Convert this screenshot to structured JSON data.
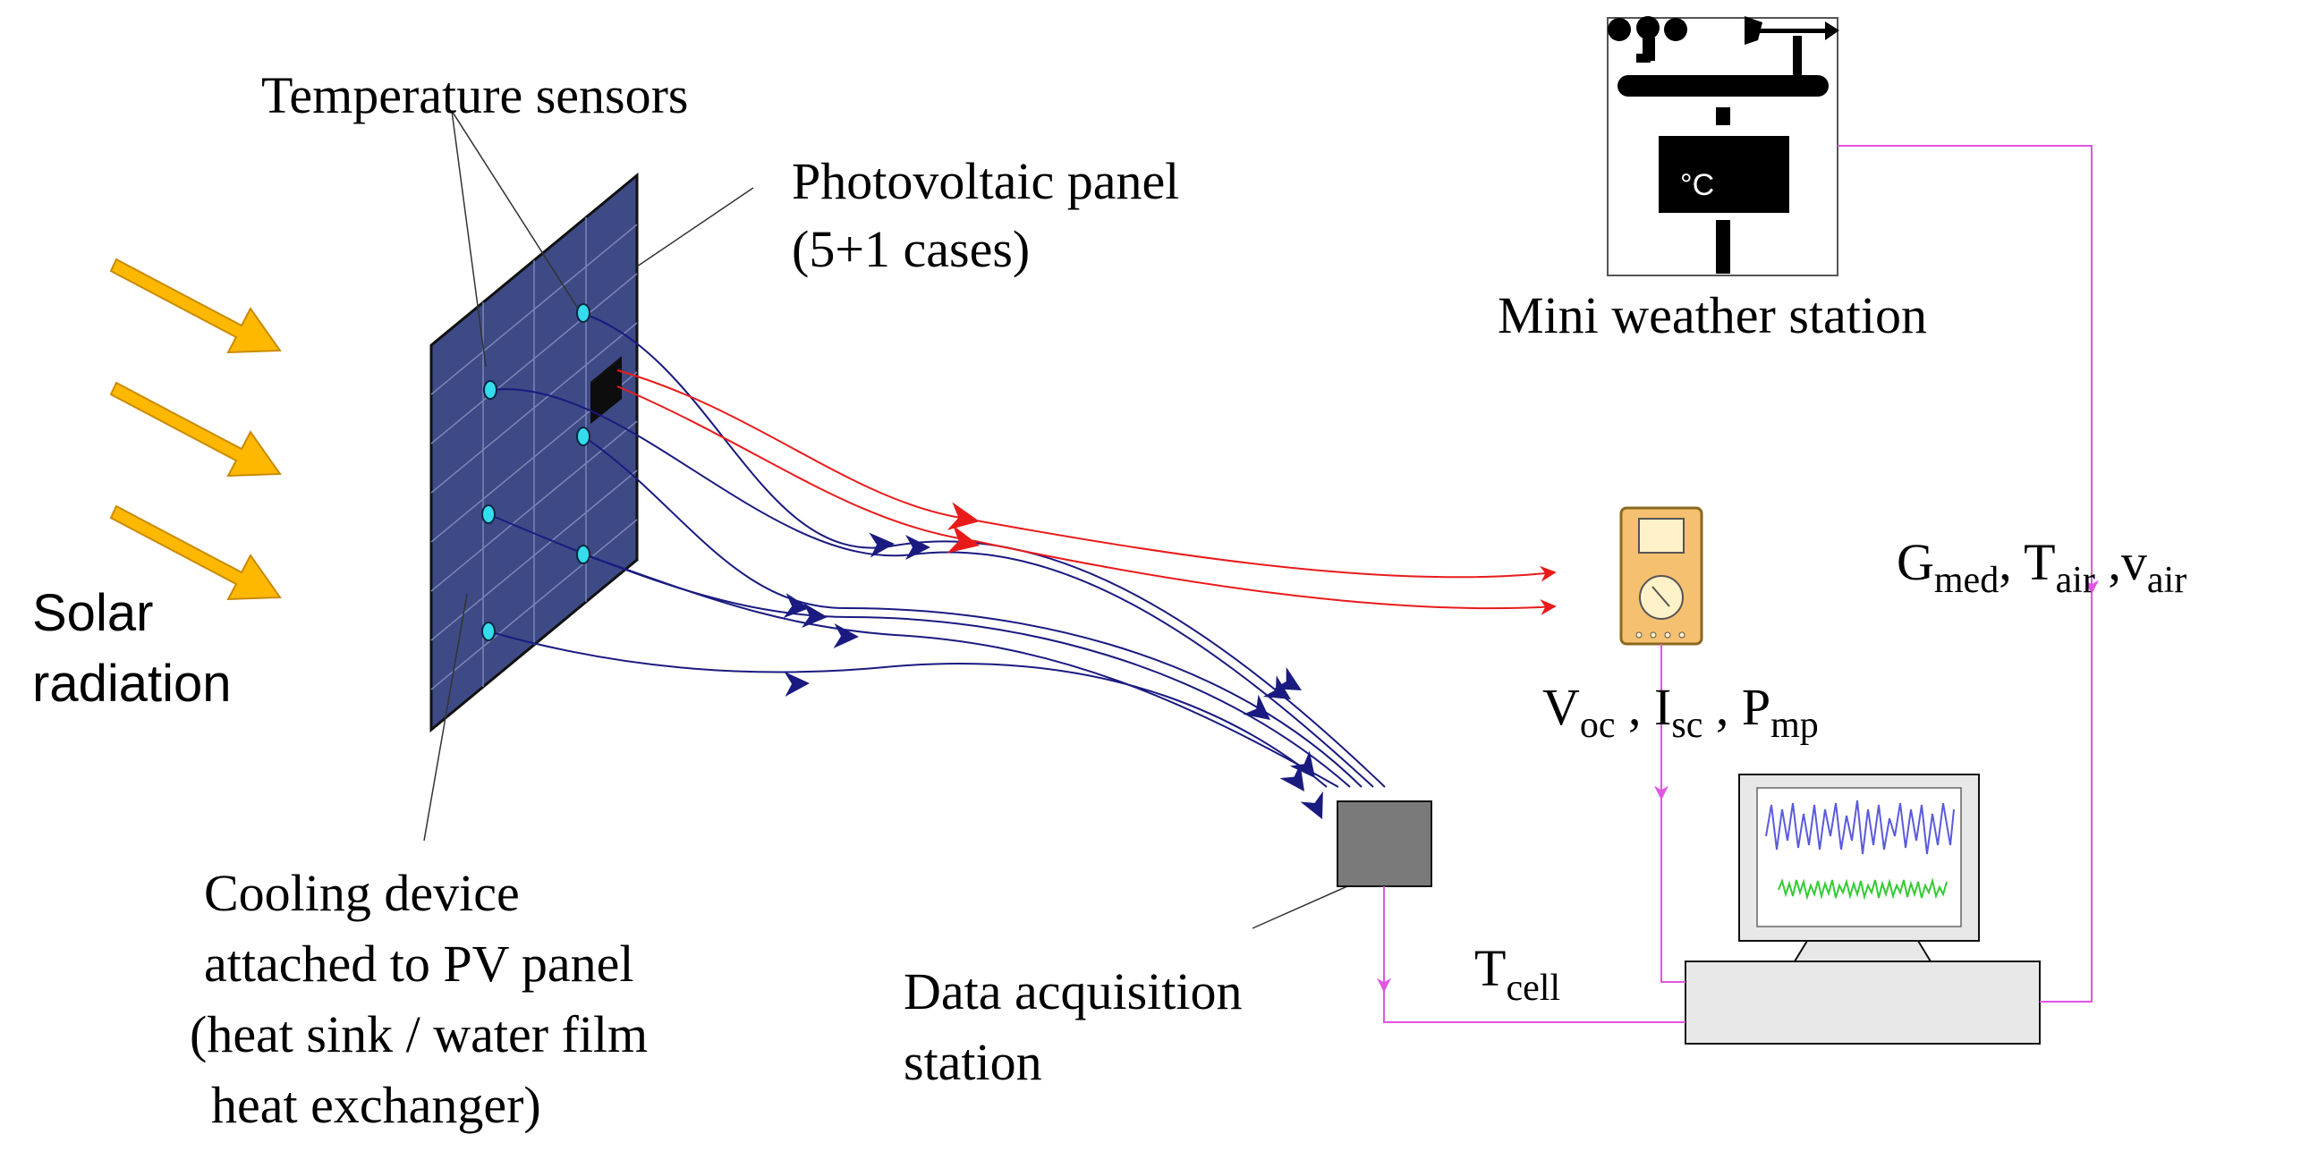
{
  "labels": {
    "temperature_sensors": "Temperature sensors",
    "pv_panel_line1": "Photovoltaic panel",
    "pv_panel_line2": "(5+1 cases)",
    "solar_line1": "Solar",
    "solar_line2": "radiation",
    "cooling_line1": "Cooling device",
    "cooling_line2": "attached to PV panel",
    "cooling_line3": "(heat sink / water film",
    "cooling_line4": "heat exchanger)",
    "daq_line1": "Data acquisition",
    "daq_line2": "station",
    "weather_station": "Mini weather station",
    "degree_c": "°C"
  },
  "measurements": {
    "v_main": "V",
    "v_sub": "oc",
    "comma1": " , ",
    "i_main": "I",
    "i_sub": "sc",
    "comma2": " , ",
    "p_main": "P",
    "p_sub": "mp",
    "g_main": "G",
    "g_sub": "med",
    "comma3": ", ",
    "t_main": "T",
    "t_sub": "air",
    "comma4": " ,",
    "va_main": "v",
    "va_sub": "air",
    "tc_main": "T",
    "tc_sub": "cell"
  },
  "colors": {
    "arrow_fill": "#FFB800",
    "panel": "#3D4A85",
    "sensor": "#33DDEE",
    "blue_wire": "#1A1A80",
    "red_wire": "#E81B1B",
    "magenta_line": "#E155E1",
    "multimeter": "#F5C070",
    "daq_box": "#7A7A7A",
    "screen_blue": "#5A5ADC",
    "screen_green": "#33CC33"
  }
}
